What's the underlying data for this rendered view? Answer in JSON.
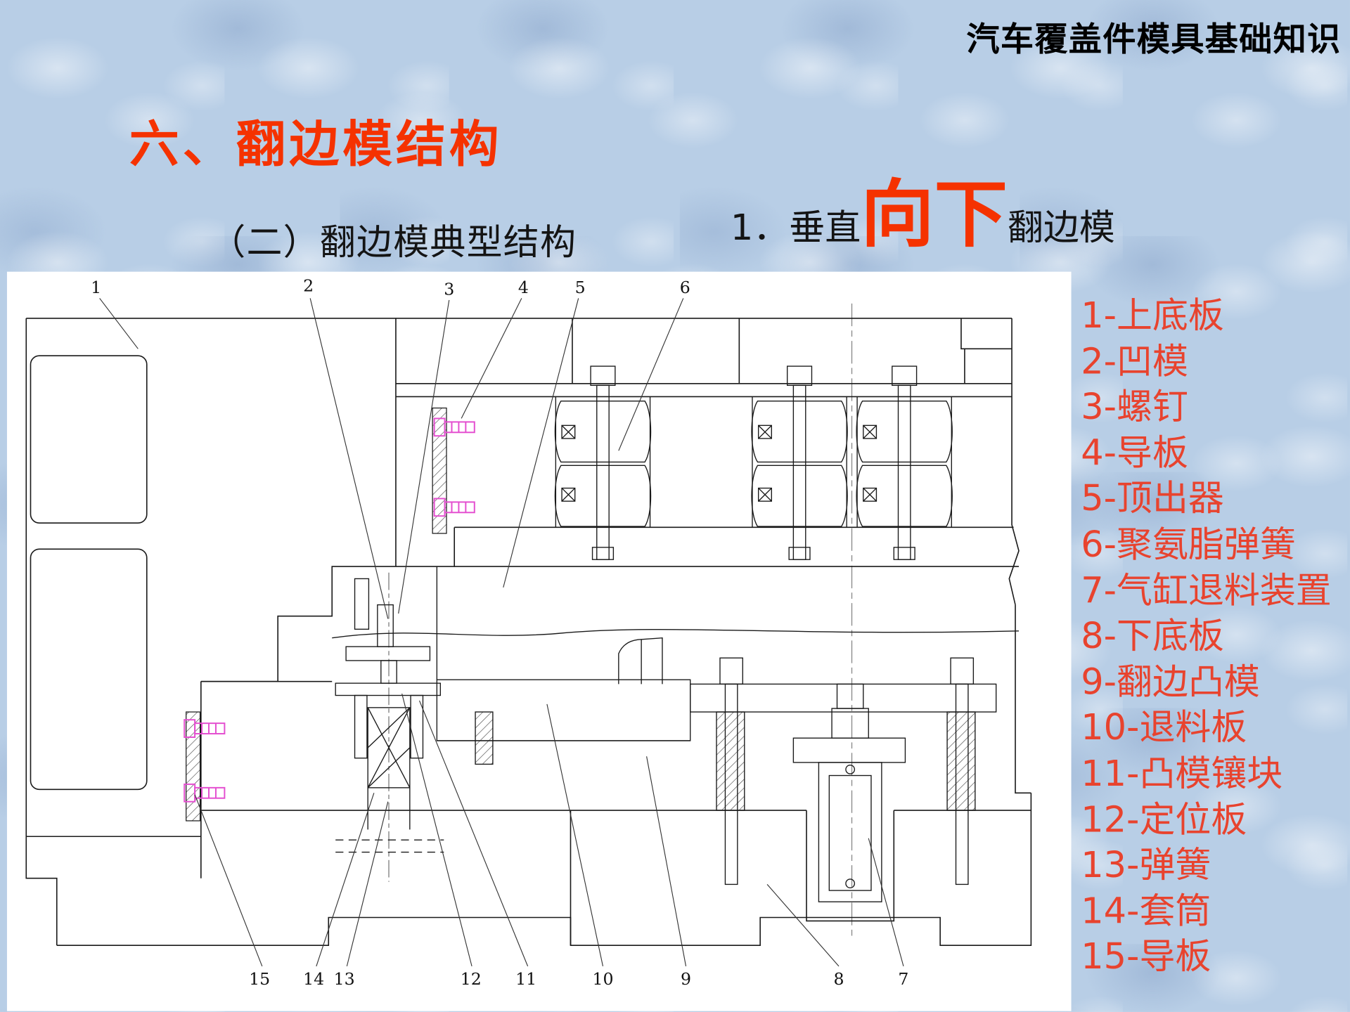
{
  "page": {
    "header": "汽车覆盖件模具基础知识",
    "title": "六、翻边模结构",
    "subtitle_left": "（二）翻边模典型结构",
    "subtitle_right_prefix": "1．垂直",
    "subtitle_right_highlight": "向下",
    "subtitle_right_suffix": "翻边模"
  },
  "colors": {
    "background_blue": "#b8cee6",
    "title_red": "#f53200",
    "legend_red": "#e8432e",
    "drawing_line": "#1a1a1a",
    "screw_magenta": "#e44fd0"
  },
  "diagram": {
    "callouts_top": [
      "1",
      "2",
      "3",
      "4",
      "5",
      "6"
    ],
    "callouts_bottom": [
      "15",
      "14",
      "13",
      "12",
      "11",
      "10",
      "9",
      "8",
      "7"
    ]
  },
  "legend": {
    "items": [
      "1-上底板",
      "2-凹模",
      "3-螺钉",
      "4-导板",
      "5-顶出器",
      "6-聚氨脂弹簧",
      "7-气缸退料装置",
      "8-下底板",
      "9-翻边凸模",
      "10-退料板",
      "11-凸模镶块",
      "12-定位板",
      "13-弹簧",
      "14-套筒",
      "15-导板"
    ]
  }
}
